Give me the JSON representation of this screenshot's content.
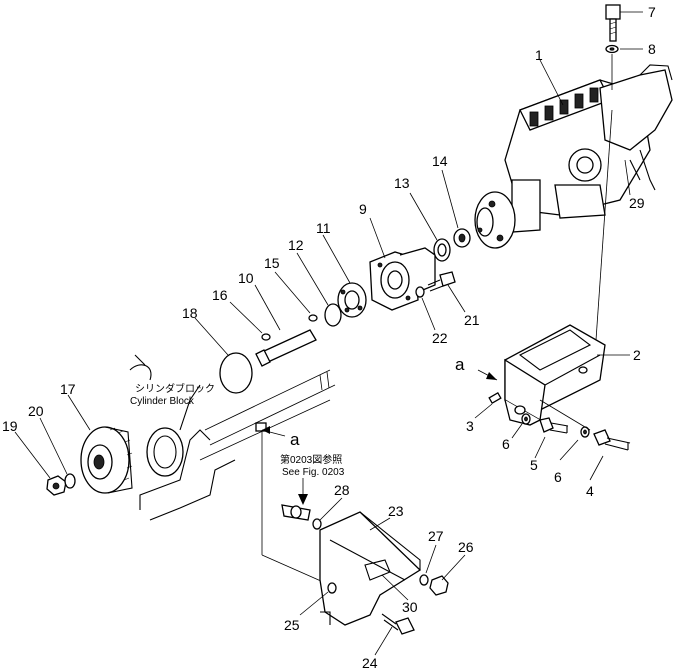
{
  "callouts": [
    {
      "id": "c1",
      "text": "1"
    },
    {
      "id": "c2",
      "text": "2"
    },
    {
      "id": "c3",
      "text": "3"
    },
    {
      "id": "c4",
      "text": "4"
    },
    {
      "id": "c5",
      "text": "5"
    },
    {
      "id": "c6a",
      "text": "6"
    },
    {
      "id": "c6b",
      "text": "6"
    },
    {
      "id": "c7",
      "text": "7"
    },
    {
      "id": "c8",
      "text": "8"
    },
    {
      "id": "c9",
      "text": "9"
    },
    {
      "id": "c10",
      "text": "10"
    },
    {
      "id": "c11",
      "text": "11"
    },
    {
      "id": "c12",
      "text": "12"
    },
    {
      "id": "c13",
      "text": "13"
    },
    {
      "id": "c14",
      "text": "14"
    },
    {
      "id": "c15",
      "text": "15"
    },
    {
      "id": "c16",
      "text": "16"
    },
    {
      "id": "c17",
      "text": "17"
    },
    {
      "id": "c18",
      "text": "18"
    },
    {
      "id": "c19",
      "text": "19"
    },
    {
      "id": "c20",
      "text": "20"
    },
    {
      "id": "c21",
      "text": "21"
    },
    {
      "id": "c22",
      "text": "22"
    },
    {
      "id": "c23",
      "text": "23"
    },
    {
      "id": "c24",
      "text": "24"
    },
    {
      "id": "c25",
      "text": "25"
    },
    {
      "id": "c26",
      "text": "26"
    },
    {
      "id": "c27",
      "text": "27"
    },
    {
      "id": "c28",
      "text": "28"
    },
    {
      "id": "c29",
      "text": "29"
    },
    {
      "id": "c30",
      "text": "30"
    }
  ],
  "labels": {
    "cylinder_block_jp": "シリンダブロック",
    "cylinder_block_en": "Cylinder Block",
    "see_fig_jp": "第0203図参照",
    "see_fig_en": "See Fig. 0203",
    "ref_a_left": "a",
    "ref_a_bottom": "a"
  },
  "colors": {
    "line": "#000000",
    "background": "#ffffff"
  }
}
